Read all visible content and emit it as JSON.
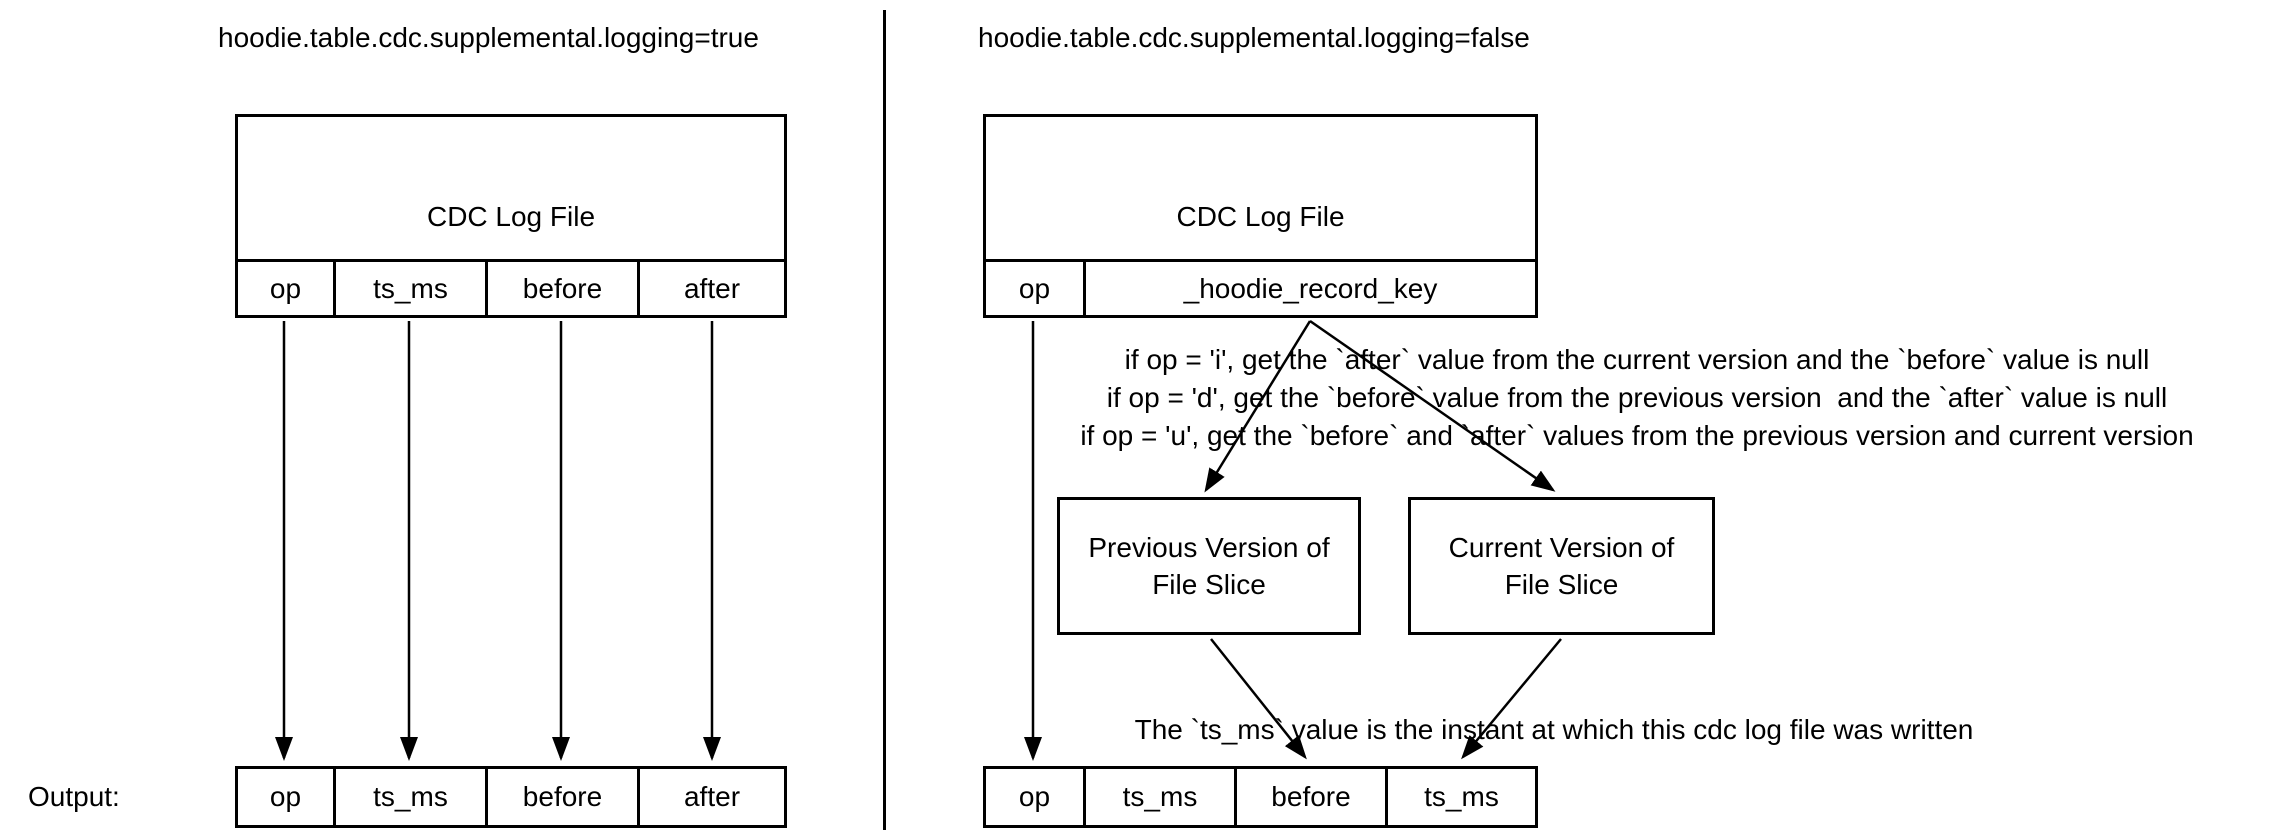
{
  "left_panel": {
    "title": "hoodie.table.cdc.supplemental.logging=true",
    "log_file_box": {
      "label": "CDC Log File",
      "columns": [
        "op",
        "ts_ms",
        "before",
        "after"
      ]
    },
    "output_label": "Output:",
    "output_columns": [
      "op",
      "ts_ms",
      "before",
      "after"
    ]
  },
  "right_panel": {
    "title": "hoodie.table.cdc.supplemental.logging=false",
    "log_file_box": {
      "label": "CDC Log File",
      "columns": [
        "op",
        "_hoodie_record_key"
      ]
    },
    "op_rules": [
      "if op = 'i', get the `after` value from the current version and the `before` value is null",
      "if op = 'd', get the `before` value from the previous version  and the `after` value is null",
      "if op = 'u', get the `before` and `after` values from the previous version and current version"
    ],
    "file_slice_boxes": {
      "previous": {
        "lines": [
          "Previous Version of",
          "File Slice"
        ]
      },
      "current": {
        "lines": [
          "Current Version of",
          "File Slice"
        ]
      }
    },
    "ts_ms_note": "The `ts_ms` value is the instant at which this cdc log file was written",
    "output_columns": [
      "op",
      "ts_ms",
      "before",
      "ts_ms"
    ]
  },
  "colors": {
    "stroke": "#000000",
    "background": "#ffffff",
    "text": "#000000"
  }
}
